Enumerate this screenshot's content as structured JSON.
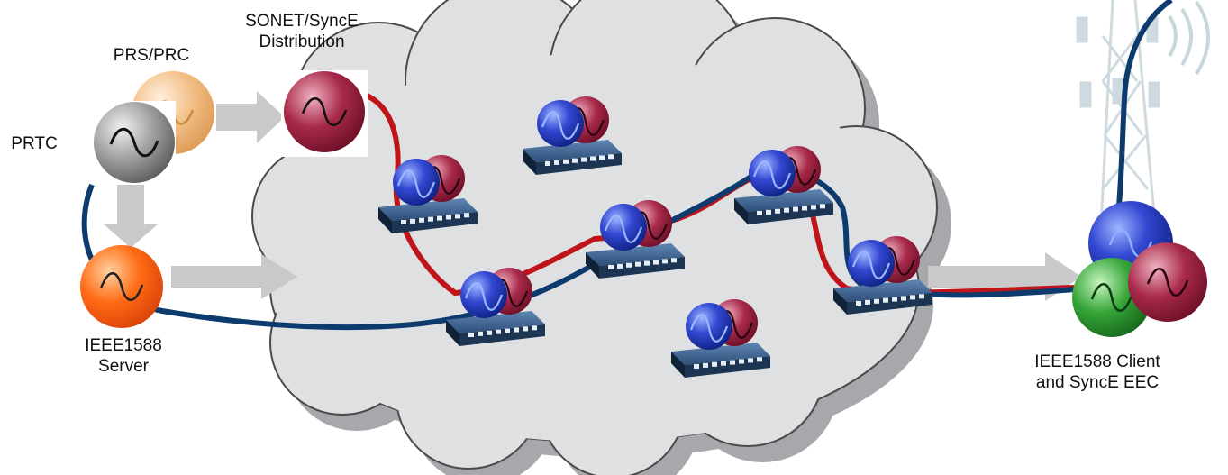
{
  "labels": {
    "prs_prc": "PRS/PRC",
    "prtc": "PRTC",
    "sonet_line1": "SONET/SyncE",
    "sonet_line2": "Distribution",
    "ieee_server_line1": "IEEE1588",
    "ieee_server_line2": "Server",
    "client_line1": "IEEE1588 Client",
    "client_line2": "and SyncE EEC"
  },
  "colors": {
    "cloud_fill": "#dfe0e2",
    "cloud_shadow": "#a7a8ab",
    "sync_e_path": "#c0141b",
    "ptp_path": "#0d3b6e",
    "arrow": "#c9c9c9",
    "clock_prs": "#f2b877",
    "clock_prtc": "#9a9a9a",
    "clock_sonet": "#a51f3d",
    "clock_server": "#ff6a1a",
    "clock_blue": "#2a3fc0",
    "clock_green": "#2e9a32",
    "switch_body": "#1c3552"
  },
  "icons": [
    "sine-wave-icon",
    "network-switch-icon",
    "cell-tower-icon",
    "signal-waves-icon"
  ]
}
